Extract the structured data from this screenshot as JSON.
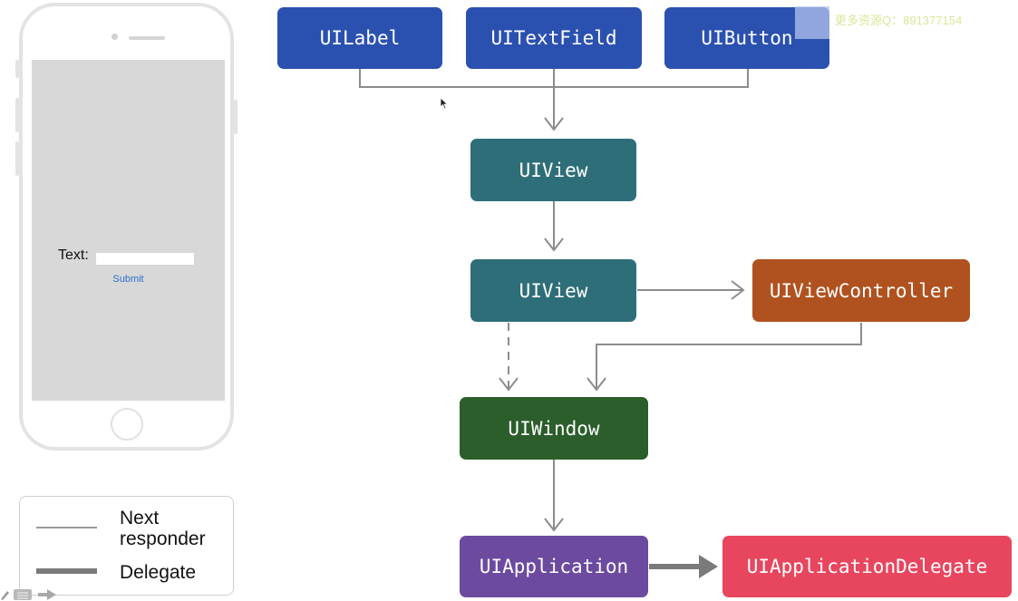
{
  "phone": {
    "text_label": "Text:",
    "submit_label": "Submit"
  },
  "legend": {
    "next_responder": "Next\nresponder",
    "delegate": "Delegate"
  },
  "nodes": {
    "uilabel": "UILabel",
    "uitextfield": "UITextField",
    "uibutton": "UIButton",
    "uiview_top": "UIView",
    "uiview_bottom": "UIView",
    "uiviewcontroller": "UIViewController",
    "uiwindow": "UIWindow",
    "uiapplication": "UIApplication",
    "uiapplicationdelegate": "UIApplicationDelegate"
  },
  "colors": {
    "blue": "#2b51b0",
    "teal": "#2e6e78",
    "orange": "#b0521f",
    "green": "#2b5e2b",
    "purple": "#6b4a9f",
    "red": "#e8465e"
  },
  "watermark": "更多资源Q：891377154"
}
